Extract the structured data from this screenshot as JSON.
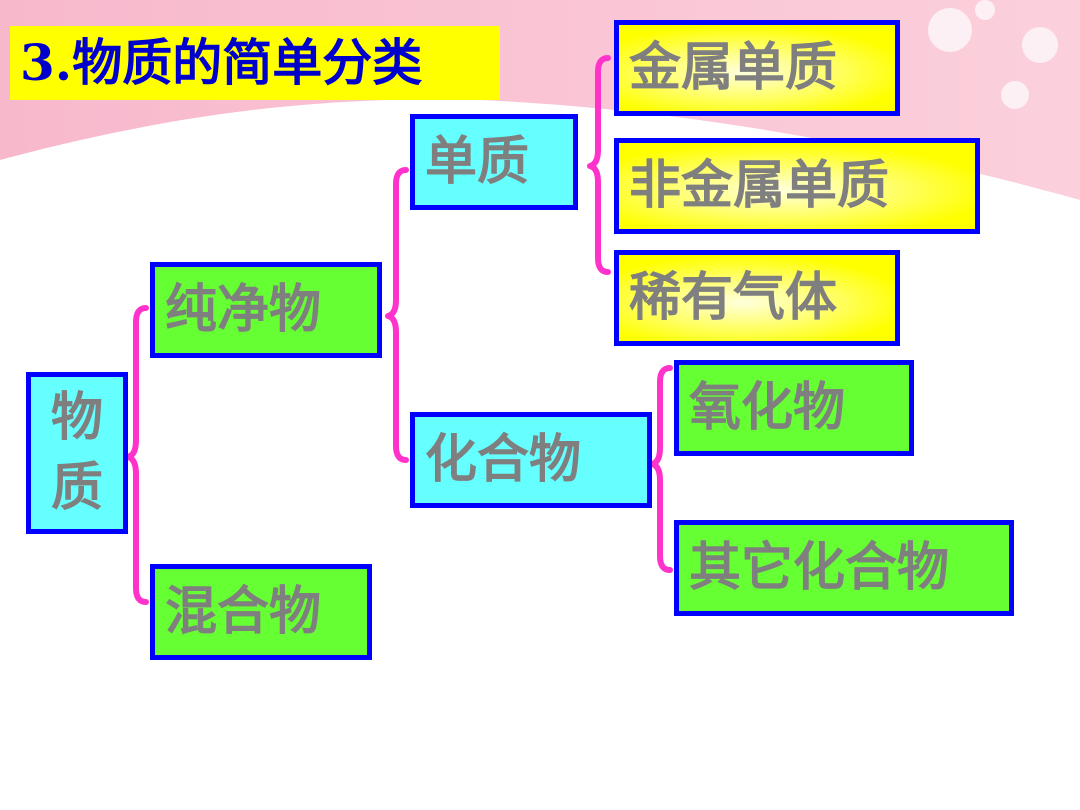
{
  "title": "3.物质的简单分类",
  "nodes": {
    "root": [
      "物",
      "质"
    ],
    "pure": "纯净物",
    "mixture": "混合物",
    "element": "单质",
    "compound": "化合物",
    "metal": "金属单质",
    "nonmetal": "非金属单质",
    "noble_gas": "稀有气体",
    "oxide": "氧化物",
    "other_compound": "其它化合物"
  },
  "colors": {
    "box_border": "#0000ff",
    "green_fill": "#66ff33",
    "cyan_fill": "#66ffff",
    "yellow_fill": "#ffff00",
    "bracket": "#ff33cc",
    "title_text": "#0000cc",
    "node_text": "#7f7f7f"
  }
}
